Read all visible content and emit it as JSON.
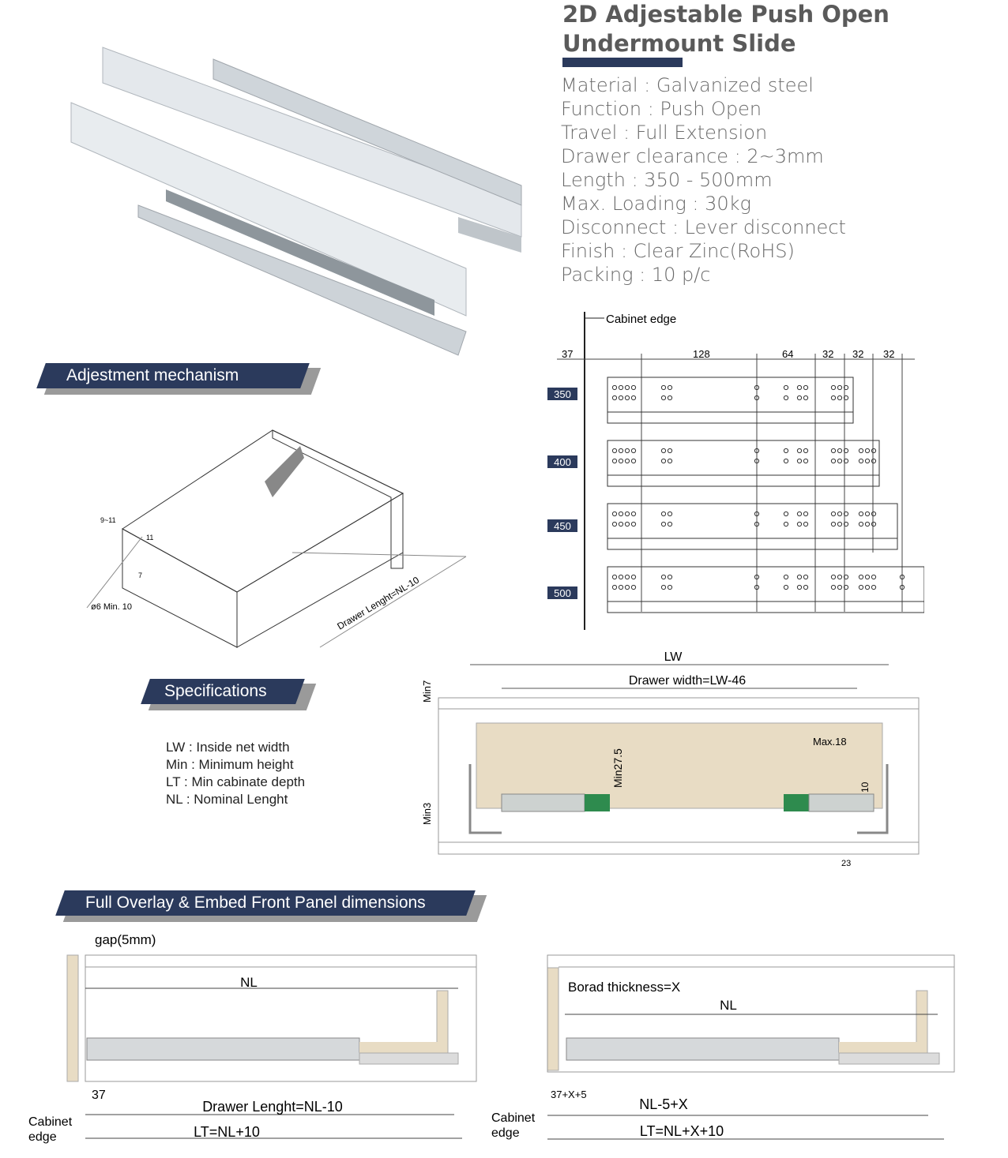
{
  "header": {
    "title_line1": "2D Adjestable Push Open",
    "title_line2": "Undermount Slide",
    "accent_color": "#2b3a5c"
  },
  "specs": [
    "Material : Galvanized steel",
    "Function : Push Open",
    "Travel : Full Extension",
    "Drawer clearance : 2~3mm",
    "Length : 350 - 500mm",
    "Max. Loading : 30kg",
    "Disconnect : Lever disconnect",
    "Finish : Clear Zinc(RoHS)",
    "Packing : 10 p/c"
  ],
  "sections": {
    "adjustment": "Adjestment mechanism",
    "specifications": "Specifications",
    "front_panel": "Full Overlay & Embed Front Panel dimensions"
  },
  "hole_diagram": {
    "cabinet_edge": "Cabinet edge",
    "dims": [
      "37",
      "128",
      "64",
      "32",
      "32",
      "32"
    ],
    "sizes": [
      "350",
      "400",
      "450",
      "500"
    ]
  },
  "mechanism": {
    "dim_9_11": "9~11",
    "dim_11": "11",
    "dim_7": "7",
    "hole": "ø6 Min. 10",
    "drawer_length": "Drawer Lenght=NL-10"
  },
  "cross_section": {
    "lw": "LW",
    "drawer_width": "Drawer width=LW-46",
    "min7": "Min7",
    "min3": "Min3",
    "min27_5": "Min27.5",
    "max18": "Max.18",
    "dim10": "10",
    "dim23": "23"
  },
  "legend": [
    "LW : Inside net width",
    "Min : Minimum height",
    "LT : Min cabinate depth",
    "NL : Nominal Lenght"
  ],
  "overlay_left": {
    "gap": "gap(5mm)",
    "nl": "NL",
    "dim37": "37",
    "drawer_length": "Drawer Lenght=NL-10",
    "lt": "LT=NL+10",
    "cabinet": "Cabinet",
    "edge": "edge"
  },
  "overlay_right": {
    "board": "Borad thickness=X",
    "nl": "NL",
    "dim": "37+X+5",
    "nl_x": "NL-5+X",
    "lt": "LT=NL+X+10",
    "cabinet": "Cabinet",
    "edge": "edge"
  }
}
